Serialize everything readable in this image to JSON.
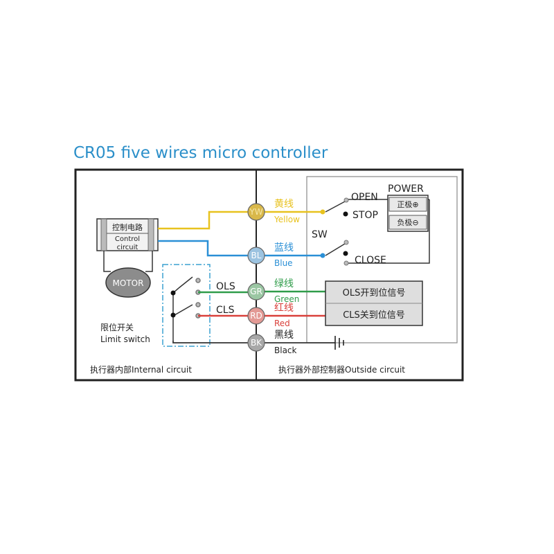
{
  "title": "CR05 five wires micro controller",
  "motor": {
    "control_cn": "控制电路",
    "control_en_1": "Control",
    "control_en_2": "circuit",
    "motor_label": "MOTOR"
  },
  "limit_switch": {
    "cn": "限位开关",
    "en": "Limit switch"
  },
  "internal_label": "执行器内部Internal circuit",
  "outside_label": "执行器外部控制器Outside circuit",
  "wires": [
    {
      "code": "YW",
      "cn": "黄线",
      "en": "Yellow",
      "color": "#e8c21e",
      "fill": "#d9b84a"
    },
    {
      "code": "BL",
      "cn": "蓝线",
      "en": "Blue",
      "color": "#2a8fd6",
      "fill": "#9cc3e0"
    },
    {
      "code": "GR",
      "cn": "绿线",
      "en": "Green",
      "color": "#2f9c4a",
      "fill": "#9bc7a3"
    },
    {
      "code": "RD",
      "cn": "红线",
      "en": "Red",
      "color": "#d9403a",
      "fill": "#e39a95"
    },
    {
      "code": "BK",
      "cn": "黑线",
      "en": "Black",
      "color": "#222222",
      "fill": "#a8a8a8"
    }
  ],
  "switch_labels": {
    "ols": "OLS",
    "cls": "CLS"
  },
  "outside": {
    "open": "OPEN",
    "stop": "STOP",
    "close": "CLOSE",
    "sw": "SW",
    "power": "POWER",
    "positive": "正极⊕",
    "negative": "负极⊖",
    "ols_signal": "OLS开到位信号",
    "cls_signal": "CLS关到位信号"
  }
}
